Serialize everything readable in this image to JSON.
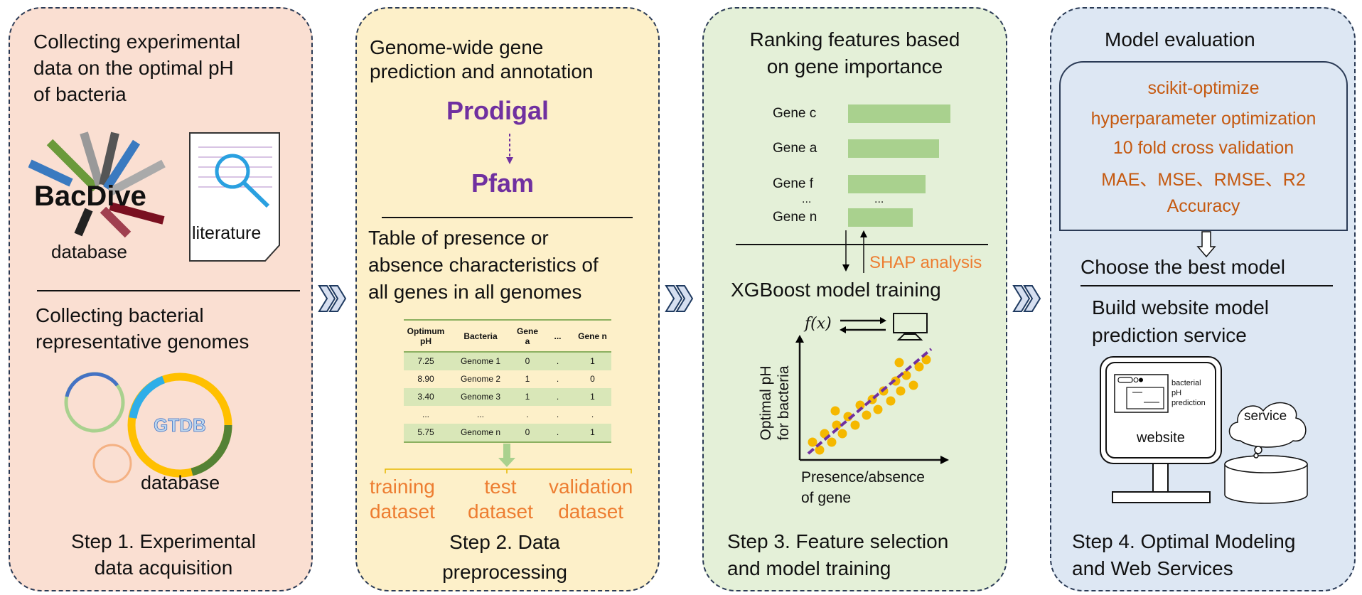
{
  "step1": {
    "title": "Collecting experimental data on the optimal pH of bacteria",
    "title_lines": [
      "Collecting experimental",
      "data on the optimal pH",
      "of bacteria"
    ],
    "logo": "BacDive",
    "database_label": "database",
    "literature_label": "literature",
    "genomes_lines": [
      "Collecting bacterial",
      "representative genomes"
    ],
    "gtdb_logo": "GTDB",
    "gtdb_label": "database",
    "step_lines": [
      "Step 1. Experimental",
      "data acquisition"
    ]
  },
  "step2": {
    "title_lines": [
      "Genome-wide gene",
      "prediction and annotation"
    ],
    "tool1": "Prodigal",
    "tool2": "Pfam",
    "table_title_lines": [
      "Table of presence or",
      "absence characteristics of",
      "all genes in all genomes"
    ],
    "table": {
      "headers": [
        "Optimum pH",
        "Bacteria",
        "Gene a",
        "...",
        "Gene n"
      ],
      "rows": [
        [
          "7.25",
          "Genome 1",
          "0",
          ".",
          "1"
        ],
        [
          "8.90",
          "Genome 2",
          "1",
          ".",
          "0"
        ],
        [
          "3.40",
          "Genome 3",
          "1",
          ".",
          "1"
        ],
        [
          "...",
          "...",
          ".",
          ".",
          "."
        ],
        [
          "5.75",
          "Genome n",
          "0",
          ".",
          "1"
        ]
      ]
    },
    "splits": [
      [
        "training",
        "dataset"
      ],
      [
        "test",
        "dataset"
      ],
      [
        "validation",
        "dataset"
      ]
    ],
    "step_lines": [
      "Step 2. Data",
      "preprocessing"
    ]
  },
  "step3": {
    "title_lines": [
      "Ranking features based",
      "on gene importance"
    ],
    "genes": [
      {
        "label": "Gene c",
        "importance": 1.0
      },
      {
        "label": "Gene a",
        "importance": 0.89
      },
      {
        "label": "Gene f",
        "importance": 0.76
      },
      {
        "label": "Gene n",
        "importance": 0.63
      }
    ],
    "ellipsis": "...",
    "shap": "SHAP analysis",
    "model": "XGBoost model training",
    "fx": "f(x)",
    "ylabel_lines": [
      "Optimal pH",
      "for bacteria"
    ],
    "xlabel_lines": [
      "Presence/absence",
      "of gene"
    ],
    "step_lines": [
      "Step 3. Feature selection",
      "and model training"
    ]
  },
  "step4": {
    "title": "Model evaluation",
    "eval_lines": [
      "scikit-optimize",
      "hyperparameter optimization",
      "10 fold cross validation",
      "MAE、MSE、RMSE、R2",
      "Accuracy"
    ],
    "choose": "Choose the best model",
    "build_lines": [
      "Build website model",
      "prediction service"
    ],
    "screen_text": [
      "bacterial",
      "pH",
      "prediction"
    ],
    "website": "website",
    "service": "service",
    "step_lines": [
      "Step 4. Optimal Modeling",
      "and Web Services"
    ]
  },
  "colors": {
    "p1": "#fadfd2",
    "p2": "#fdf0c9",
    "p3": "#e4f0d8",
    "p4": "#dde7f3",
    "orange": "#ed7d31",
    "purple": "#7030a0",
    "bar": "#a9d18e"
  }
}
